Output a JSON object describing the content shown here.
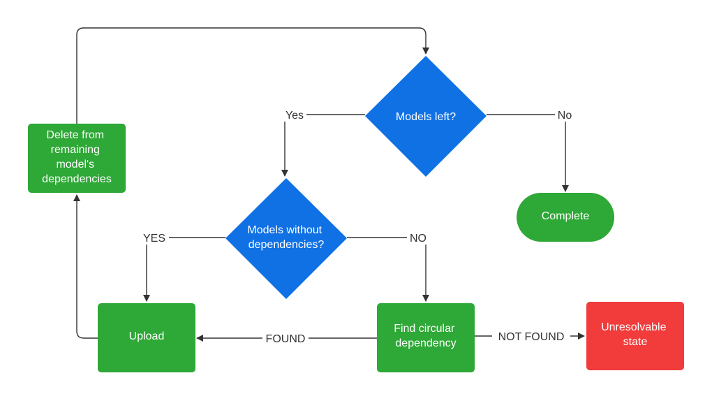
{
  "colors": {
    "decision": "#1071e5",
    "process": "#2ea836",
    "error": "#f23b3b",
    "line": "#333333",
    "label_bg": "#ffffff"
  },
  "nodes": {
    "models_left": {
      "lines": [
        "Models left?"
      ]
    },
    "models_without_deps": {
      "lines": [
        "Models without",
        "dependencies?"
      ]
    },
    "delete_from_deps": {
      "lines": [
        "Delete from",
        "remaining",
        "model's",
        "dependencies"
      ]
    },
    "complete": {
      "lines": [
        "Complete"
      ]
    },
    "upload": {
      "lines": [
        "Upload"
      ]
    },
    "find_circular": {
      "lines": [
        "Find circular",
        "dependency"
      ]
    },
    "unresolvable": {
      "lines": [
        "Unresolvable",
        "state"
      ]
    }
  },
  "edges": {
    "yes_1": "Yes",
    "no_1": "No",
    "yes_2": "YES",
    "no_2": "NO",
    "found": "FOUND",
    "not_found": "NOT FOUND"
  }
}
